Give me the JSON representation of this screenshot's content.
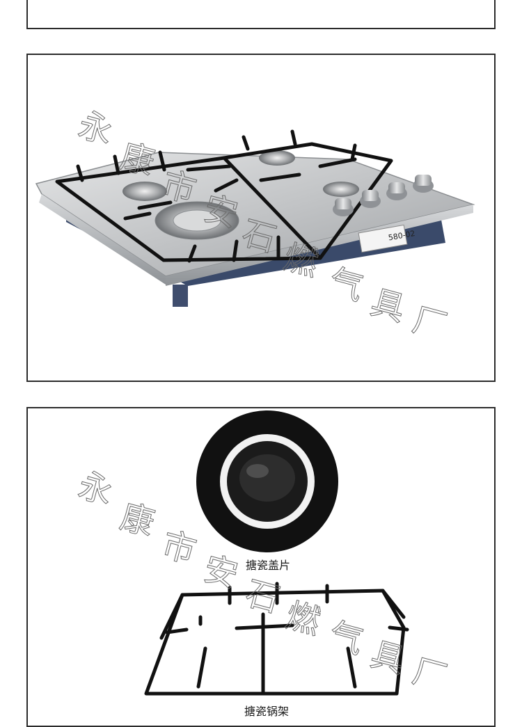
{
  "hob": {
    "label_plate": "580-02"
  },
  "watermark": {
    "text": "永康市安石燃气具厂"
  },
  "parts": {
    "cover_caption": "搪瓷盖片",
    "grate_caption": "搪瓷锅架"
  },
  "colors": {
    "border": "#2b2b2b",
    "steel": "#bfc1c3",
    "enamel_black": "#111111",
    "base_navy": "#3a4a6a"
  }
}
